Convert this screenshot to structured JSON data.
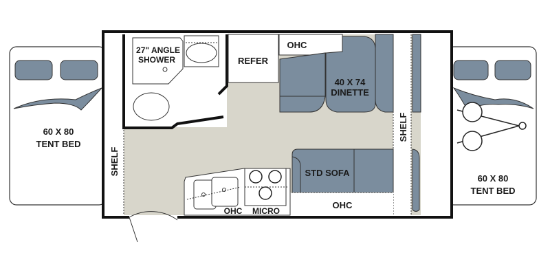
{
  "colors": {
    "floor": "#d8d6cb",
    "cushion": "#7b8d9e",
    "wall": "#111111",
    "bg": "#ffffff"
  },
  "labels": {
    "left_tent_bed": [
      "60 X 80",
      "TENT BED"
    ],
    "right_tent_bed": [
      "60 X 80",
      "TENT BED"
    ],
    "shower": [
      "27\" ANGLE",
      "SHOWER"
    ],
    "refer": "REFER",
    "ohc_top": "OHC",
    "dinette": [
      "40 X 74",
      "DINETTE"
    ],
    "shelf_left": "SHELF",
    "shelf_right": "SHELF",
    "sofa": "STD SOFA",
    "ohc_bottom": "OHC",
    "ohc_kitchen": "OHC",
    "micro": "MICRO"
  }
}
